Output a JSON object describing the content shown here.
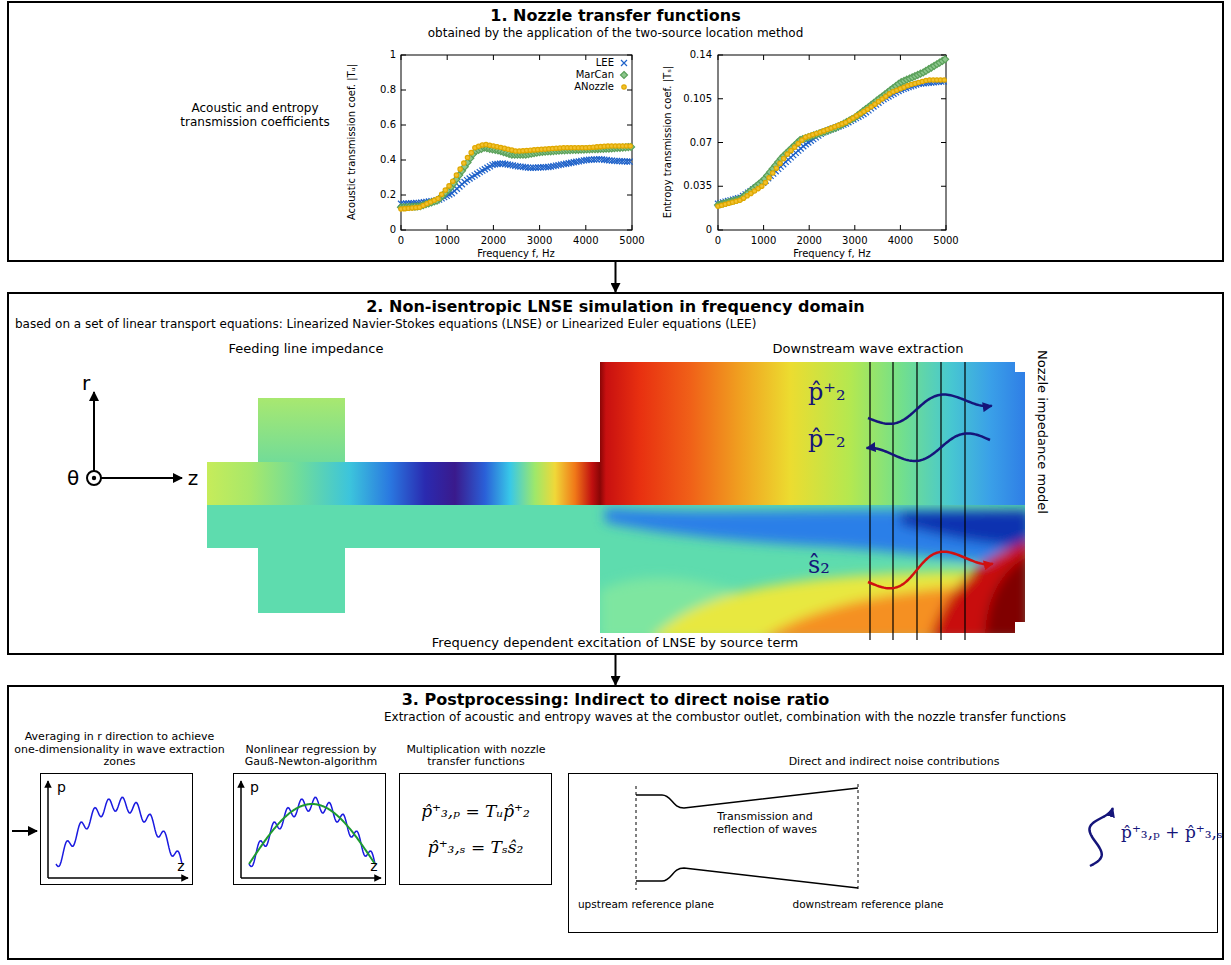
{
  "diagram": {
    "nodes": [
      {
        "text": [
          "1. Nozzle transfer functions",
          "obtained by the application of the two-source location method"
        ]
      },
      {
        "text": [
          "2. Non-isentropic LNSE simulation in frequency domain",
          "based on a set of linear transport equations: Linearized Navier-Stokes equations (LNSE) or Linearized Euler equations (LEE)"
        ]
      },
      {
        "text": [
          "3. Postprocessing: Indirect to direct noise ratio",
          "Extraction of acoustic and entropy waves at the combustor outlet, combination with the nozzle transfer functions"
        ]
      },
      {
        "text": [
          "Averaging in r direction to achieve one-dimensionality in wave extraction zones"
        ],
        "in": 2
      },
      {
        "text": [
          "Nonlinear regression by Gauß-Newton-algorithm"
        ],
        "in": 2
      },
      {
        "text": [
          "Multiplication with nozzle transfer functions",
          "p̂⁺₃,ₚ = Tᵤp̂⁺₂",
          "p̂⁺₃,ₛ = Tₛŝ₂"
        ],
        "in": 2
      },
      {
        "text": [
          "Direct and indirect noise contributions"
        ],
        "in": 2
      }
    ],
    "edges": [
      {
        "from": 0,
        "to": 1,
        "arrow": "to"
      },
      {
        "from": 1,
        "to": 2,
        "arrow": "to"
      }
    ],
    "labels": [
      "Acoustic and entropy transmission coefficients",
      "Acoustic transmission coef. |Tᵤ|",
      "0",
      "0.2",
      "0.4",
      "0.6",
      "0.8",
      "1",
      "0",
      "1000",
      "2000",
      "3000",
      "4000",
      "5000",
      "Frequency f, Hz",
      "Entropy transmission coef. |Tₛ|",
      "0",
      "0.035",
      "0.07",
      "0.105",
      "0.14",
      "0",
      "1000",
      "2000",
      "3000",
      "4000",
      "5000",
      "Frequency f, Hz",
      "Feeding line impedance",
      "Downstream wave extraction",
      "r",
      "θ",
      "z",
      "p̂⁺₂",
      "p̂⁻₂",
      "ŝ₂",
      "Nozzle impedance model",
      "Frequency dependent excitation of LNSE by source term",
      "p",
      "z",
      "p",
      "z",
      "upstream reference plane",
      "Transmission and reflection of waves",
      "downstream reference plane",
      "p̂⁺₃,ₚ + p̂⁺₃,ₛ"
    ],
    "legend": [
      {
        "text": "LEE"
      },
      {
        "text": "MarCan"
      },
      {
        "text": "ANozzle"
      }
    ]
  }
}
